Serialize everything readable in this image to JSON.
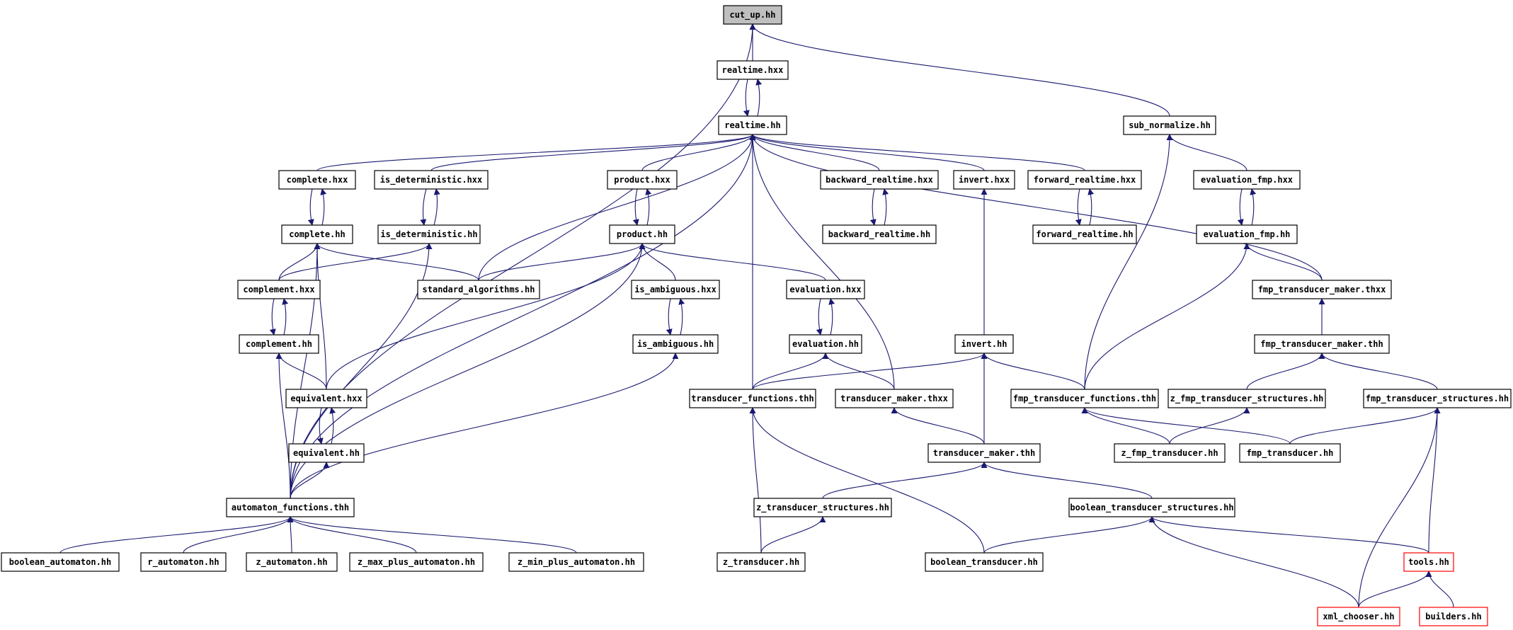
{
  "graph": {
    "title": "",
    "edge_color": "#191970",
    "nodes": [
      {
        "id": "cut_up_hh",
        "label": "cut_up.hh",
        "style": "highlight"
      },
      {
        "id": "realtime_hxx",
        "label": "realtime.hxx"
      },
      {
        "id": "realtime_hh",
        "label": "realtime.hh"
      },
      {
        "id": "sub_normalize_hh",
        "label": "sub_normalize.hh"
      },
      {
        "id": "complete_hxx",
        "label": "complete.hxx"
      },
      {
        "id": "is_deterministic_hxx",
        "label": "is_deterministic.hxx"
      },
      {
        "id": "product_hxx",
        "label": "product.hxx"
      },
      {
        "id": "backward_realtime_hxx",
        "label": "backward_realtime.hxx"
      },
      {
        "id": "invert_hxx",
        "label": "invert.hxx"
      },
      {
        "id": "forward_realtime_hxx",
        "label": "forward_realtime.hxx"
      },
      {
        "id": "evaluation_fmp_hxx",
        "label": "evaluation_fmp.hxx"
      },
      {
        "id": "complete_hh",
        "label": "complete.hh"
      },
      {
        "id": "is_deterministic_hh",
        "label": "is_deterministic.hh"
      },
      {
        "id": "product_hh",
        "label": "product.hh"
      },
      {
        "id": "backward_realtime_hh",
        "label": "backward_realtime.hh"
      },
      {
        "id": "forward_realtime_hh",
        "label": "forward_realtime.hh"
      },
      {
        "id": "evaluation_fmp_hh",
        "label": "evaluation_fmp.hh"
      },
      {
        "id": "complement_hxx",
        "label": "complement.hxx"
      },
      {
        "id": "standard_algorithms_hh",
        "label": "standard_algorithms.hh"
      },
      {
        "id": "is_ambiguous_hxx",
        "label": "is_ambiguous.hxx"
      },
      {
        "id": "evaluation_hxx",
        "label": "evaluation.hxx"
      },
      {
        "id": "fmp_transducer_maker_thxx",
        "label": "fmp_transducer_maker.thxx"
      },
      {
        "id": "complement_hh",
        "label": "complement.hh"
      },
      {
        "id": "is_ambiguous_hh",
        "label": "is_ambiguous.hh"
      },
      {
        "id": "evaluation_hh",
        "label": "evaluation.hh"
      },
      {
        "id": "invert_hh",
        "label": "invert.hh"
      },
      {
        "id": "fmp_transducer_maker_thh",
        "label": "fmp_transducer_maker.thh"
      },
      {
        "id": "equivalent_hxx",
        "label": "equivalent.hxx"
      },
      {
        "id": "transducer_functions_thh",
        "label": "transducer_functions.thh"
      },
      {
        "id": "transducer_maker_thxx",
        "label": "transducer_maker.thxx"
      },
      {
        "id": "fmp_transducer_functions_thh",
        "label": "fmp_transducer_functions.thh"
      },
      {
        "id": "z_fmp_transducer_structures_hh",
        "label": "z_fmp_transducer_structures.hh"
      },
      {
        "id": "fmp_transducer_structures_hh",
        "label": "fmp_transducer_structures.hh"
      },
      {
        "id": "equivalent_hh",
        "label": "equivalent.hh"
      },
      {
        "id": "transducer_maker_thh",
        "label": "transducer_maker.thh"
      },
      {
        "id": "z_fmp_transducer_hh",
        "label": "z_fmp_transducer.hh"
      },
      {
        "id": "fmp_transducer_hh",
        "label": "fmp_transducer.hh"
      },
      {
        "id": "automaton_functions_thh",
        "label": "automaton_functions.thh"
      },
      {
        "id": "z_transducer_structures_hh",
        "label": "z_transducer_structures.hh"
      },
      {
        "id": "boolean_transducer_structures_hh",
        "label": "boolean_transducer_structures.hh"
      },
      {
        "id": "boolean_automaton_hh",
        "label": "boolean_automaton.hh"
      },
      {
        "id": "r_automaton_hh",
        "label": "r_automaton.hh"
      },
      {
        "id": "z_automaton_hh",
        "label": "z_automaton.hh"
      },
      {
        "id": "z_max_plus_automaton_hh",
        "label": "z_max_plus_automaton.hh"
      },
      {
        "id": "z_min_plus_automaton_hh",
        "label": "z_min_plus_automaton.hh"
      },
      {
        "id": "z_transducer_hh",
        "label": "z_transducer.hh"
      },
      {
        "id": "boolean_transducer_hh",
        "label": "boolean_transducer.hh"
      },
      {
        "id": "tools_hh",
        "label": "tools.hh",
        "style": "incomplete"
      },
      {
        "id": "xml_chooser_hh",
        "label": "xml_chooser.hh",
        "style": "incomplete"
      },
      {
        "id": "builders_hh",
        "label": "builders.hh",
        "style": "incomplete"
      }
    ],
    "edges": [
      {
        "from": "realtime_hxx",
        "to": "cut_up_hh"
      },
      {
        "from": "sub_normalize_hh",
        "to": "cut_up_hh"
      },
      {
        "from": "automaton_functions_thh",
        "to": "cut_up_hh"
      },
      {
        "from": "realtime_hh",
        "to": "realtime_hxx"
      },
      {
        "from": "realtime_hxx",
        "to": "realtime_hh"
      },
      {
        "from": "complete_hxx",
        "to": "realtime_hh"
      },
      {
        "from": "is_deterministic_hxx",
        "to": "realtime_hh"
      },
      {
        "from": "product_hxx",
        "to": "realtime_hh"
      },
      {
        "from": "backward_realtime_hxx",
        "to": "realtime_hh"
      },
      {
        "from": "invert_hxx",
        "to": "realtime_hh"
      },
      {
        "from": "forward_realtime_hxx",
        "to": "realtime_hh"
      },
      {
        "from": "standard_algorithms_hh",
        "to": "realtime_hh"
      },
      {
        "from": "transducer_functions_thh",
        "to": "realtime_hh"
      },
      {
        "from": "transducer_maker_thxx",
        "to": "realtime_hh"
      },
      {
        "from": "automaton_functions_thh",
        "to": "realtime_hh"
      },
      {
        "from": "fmp_transducer_maker_thxx",
        "to": "realtime_hh"
      },
      {
        "from": "evaluation_fmp_hxx",
        "to": "sub_normalize_hh"
      },
      {
        "from": "fmp_transducer_functions_thh",
        "to": "sub_normalize_hh"
      },
      {
        "from": "complete_hh",
        "to": "complete_hxx"
      },
      {
        "from": "complete_hxx",
        "to": "complete_hh"
      },
      {
        "from": "is_deterministic_hh",
        "to": "is_deterministic_hxx"
      },
      {
        "from": "is_deterministic_hxx",
        "to": "is_deterministic_hh"
      },
      {
        "from": "product_hh",
        "to": "product_hxx"
      },
      {
        "from": "product_hxx",
        "to": "product_hh"
      },
      {
        "from": "backward_realtime_hh",
        "to": "backward_realtime_hxx"
      },
      {
        "from": "backward_realtime_hxx",
        "to": "backward_realtime_hh"
      },
      {
        "from": "invert_hh",
        "to": "invert_hxx"
      },
      {
        "from": "forward_realtime_hh",
        "to": "forward_realtime_hxx"
      },
      {
        "from": "forward_realtime_hxx",
        "to": "forward_realtime_hh"
      },
      {
        "from": "evaluation_fmp_hh",
        "to": "evaluation_fmp_hxx"
      },
      {
        "from": "evaluation_fmp_hxx",
        "to": "evaluation_fmp_hh"
      },
      {
        "from": "complement_hxx",
        "to": "complete_hh"
      },
      {
        "from": "standard_algorithms_hh",
        "to": "complete_hh"
      },
      {
        "from": "equivalent_hxx",
        "to": "complete_hh"
      },
      {
        "from": "automaton_functions_thh",
        "to": "complete_hh"
      },
      {
        "from": "complement_hxx",
        "to": "is_deterministic_hh"
      },
      {
        "from": "automaton_functions_thh",
        "to": "is_deterministic_hh"
      },
      {
        "from": "standard_algorithms_hh",
        "to": "product_hh"
      },
      {
        "from": "is_ambiguous_hxx",
        "to": "product_hh"
      },
      {
        "from": "evaluation_hxx",
        "to": "product_hh"
      },
      {
        "from": "equivalent_hxx",
        "to": "product_hh"
      },
      {
        "from": "automaton_functions_thh",
        "to": "product_hh"
      },
      {
        "from": "fmp_transducer_maker_thxx",
        "to": "evaluation_fmp_hh"
      },
      {
        "from": "fmp_transducer_functions_thh",
        "to": "evaluation_fmp_hh"
      },
      {
        "from": "complement_hh",
        "to": "complement_hxx"
      },
      {
        "from": "complement_hxx",
        "to": "complement_hh"
      },
      {
        "from": "is_ambiguous_hh",
        "to": "is_ambiguous_hxx"
      },
      {
        "from": "is_ambiguous_hxx",
        "to": "is_ambiguous_hh"
      },
      {
        "from": "evaluation_hh",
        "to": "evaluation_hxx"
      },
      {
        "from": "evaluation_hxx",
        "to": "evaluation_hh"
      },
      {
        "from": "fmp_transducer_maker_thh",
        "to": "fmp_transducer_maker_thxx"
      },
      {
        "from": "equivalent_hxx",
        "to": "complement_hh"
      },
      {
        "from": "automaton_functions_thh",
        "to": "complement_hh"
      },
      {
        "from": "automaton_functions_thh",
        "to": "is_ambiguous_hh"
      },
      {
        "from": "transducer_functions_thh",
        "to": "evaluation_hh"
      },
      {
        "from": "transducer_maker_thxx",
        "to": "evaluation_hh"
      },
      {
        "from": "transducer_functions_thh",
        "to": "invert_hh"
      },
      {
        "from": "fmp_transducer_functions_thh",
        "to": "invert_hh"
      },
      {
        "from": "transducer_maker_thh",
        "to": "invert_hh"
      },
      {
        "from": "z_fmp_transducer_structures_hh",
        "to": "fmp_transducer_maker_thh"
      },
      {
        "from": "fmp_transducer_structures_hh",
        "to": "fmp_transducer_maker_thh"
      },
      {
        "from": "equivalent_hh",
        "to": "equivalent_hxx"
      },
      {
        "from": "equivalent_hxx",
        "to": "equivalent_hh"
      },
      {
        "from": "transducer_maker_thh",
        "to": "transducer_maker_thxx"
      },
      {
        "from": "z_fmp_transducer_hh",
        "to": "fmp_transducer_functions_thh"
      },
      {
        "from": "fmp_transducer_hh",
        "to": "fmp_transducer_functions_thh"
      },
      {
        "from": "z_fmp_transducer_hh",
        "to": "z_fmp_transducer_structures_hh"
      },
      {
        "from": "fmp_transducer_hh",
        "to": "fmp_transducer_structures_hh"
      },
      {
        "from": "tools_hh",
        "to": "fmp_transducer_structures_hh"
      },
      {
        "from": "xml_chooser_hh",
        "to": "fmp_transducer_structures_hh"
      },
      {
        "from": "automaton_functions_thh",
        "to": "equivalent_hh"
      },
      {
        "from": "z_transducer_structures_hh",
        "to": "transducer_maker_thh"
      },
      {
        "from": "boolean_transducer_structures_hh",
        "to": "transducer_maker_thh"
      },
      {
        "from": "z_transducer_hh",
        "to": "transducer_functions_thh"
      },
      {
        "from": "boolean_transducer_hh",
        "to": "transducer_functions_thh"
      },
      {
        "from": "boolean_automaton_hh",
        "to": "automaton_functions_thh"
      },
      {
        "from": "r_automaton_hh",
        "to": "automaton_functions_thh"
      },
      {
        "from": "z_automaton_hh",
        "to": "automaton_functions_thh"
      },
      {
        "from": "z_max_plus_automaton_hh",
        "to": "automaton_functions_thh"
      },
      {
        "from": "z_min_plus_automaton_hh",
        "to": "automaton_functions_thh"
      },
      {
        "from": "z_transducer_hh",
        "to": "z_transducer_structures_hh"
      },
      {
        "from": "boolean_transducer_hh",
        "to": "boolean_transducer_structures_hh"
      },
      {
        "from": "tools_hh",
        "to": "boolean_transducer_structures_hh"
      },
      {
        "from": "xml_chooser_hh",
        "to": "boolean_transducer_structures_hh"
      },
      {
        "from": "xml_chooser_hh",
        "to": "tools_hh"
      },
      {
        "from": "builders_hh",
        "to": "tools_hh"
      }
    ]
  }
}
